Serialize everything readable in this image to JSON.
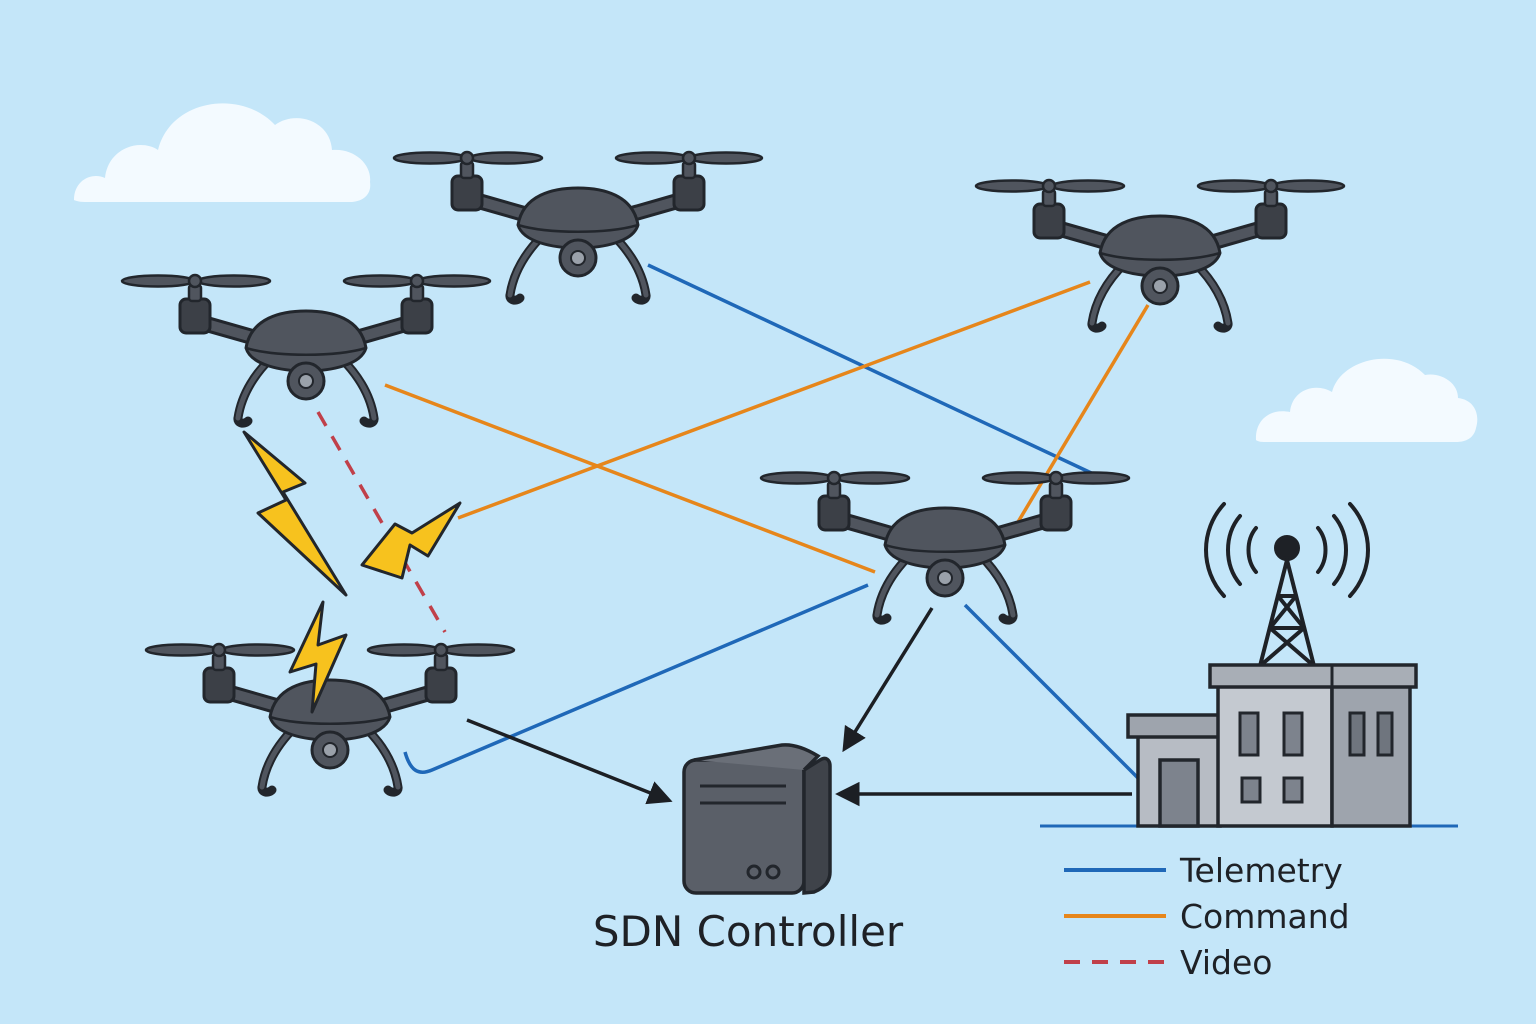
{
  "diagram": {
    "controller_label": "SDN Controller",
    "legend": [
      {
        "key": "telemetry",
        "label": "Telemetry",
        "color": "#1f68b8",
        "style": "solid"
      },
      {
        "key": "command",
        "label": "Command",
        "color": "#e6861b",
        "style": "solid"
      },
      {
        "key": "video",
        "label": "Video",
        "color": "#c0404a",
        "style": "dashed"
      }
    ],
    "icons": [
      "drone-icon",
      "lightning-icon",
      "server-icon",
      "cell-tower-icon",
      "building-icon",
      "cloud-icon"
    ]
  }
}
